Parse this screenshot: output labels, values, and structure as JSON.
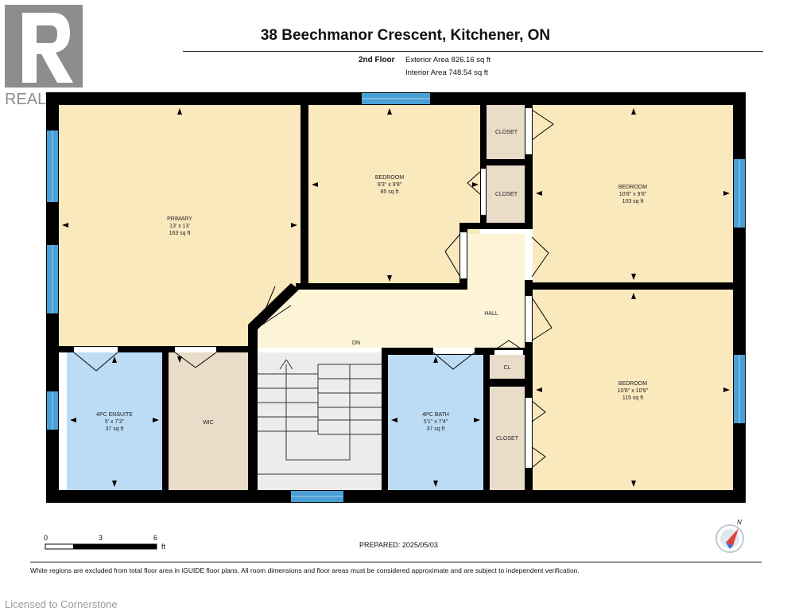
{
  "header": {
    "title": "38 Beechmanor Crescent, Kitchener, ON",
    "floor": "2nd Floor",
    "exterior_area": "Exterior Area 826.16 sq ft",
    "interior_area": "Interior Area 748.54 sq ft"
  },
  "logo": {
    "text": "REALTOR®",
    "letter": "R"
  },
  "rooms": {
    "primary": {
      "name": "PRIMARY",
      "dims": "13' x 13'",
      "area": "163 sq ft"
    },
    "bedroom1": {
      "name": "BEDROOM",
      "dims": "9'3\" x 9'8\"",
      "area": "85 sq ft"
    },
    "bedroom2": {
      "name": "BEDROOM",
      "dims": "10'8\" x 9'8\"",
      "area": "103 sq ft"
    },
    "bedroom3": {
      "name": "BEDROOM",
      "dims": "10'8\" x 10'9\"",
      "area": "115 sq ft"
    },
    "ensuite": {
      "name": "4PC ENSUITE",
      "dims": "5' x 7'3\"",
      "area": "37 sq ft"
    },
    "bath": {
      "name": "4PC BATH",
      "dims": "5'1\" x 7'4\"",
      "area": "37 sq ft"
    },
    "wic": {
      "name": "WIC"
    },
    "hall": {
      "name": "HALL"
    },
    "dn": {
      "name": "DN"
    },
    "closet1": {
      "name": "CLOSET"
    },
    "closet2": {
      "name": "CLOSET"
    },
    "closet3": {
      "name": "CLOSET"
    },
    "cl": {
      "name": "CL"
    }
  },
  "scale": {
    "ticks": [
      "0",
      "3",
      "6"
    ],
    "unit": "ft"
  },
  "prepared": "PREPARED: 2025/05/03",
  "compass": {
    "label": "N"
  },
  "disclaimer": "White regions are excluded from total floor area in iGUIDE floor plans. All room dimensions and floor areas must be considered approximate and are subject to independent verification.",
  "licensed": "Licensed to Cornerstone",
  "colors": {
    "bedroom_fill": "#fbe9be",
    "hall_fill": "#fdf4d8",
    "bath_fill": "#bcdcf6",
    "closet_fill": "#e9dcc8",
    "stair_fill": "#ececec",
    "wall": "#000000",
    "window": "#4a9fd6"
  }
}
